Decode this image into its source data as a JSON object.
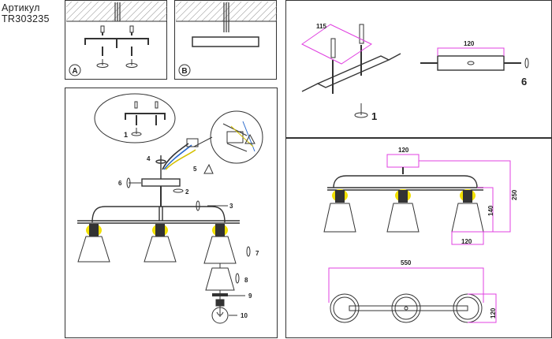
{
  "header": {
    "line1": "Артикул",
    "line2": "TR303235"
  },
  "install_variants": {
    "a": "A",
    "b": "B"
  },
  "assembly": {
    "callouts": [
      "1",
      "2",
      "3",
      "4",
      "5",
      "6",
      "7",
      "8",
      "9",
      "10"
    ],
    "mount_detail_label": "1"
  },
  "mount_top": {
    "dim_115": "115",
    "dim_120": "120",
    "label_1": "1",
    "label_6": "6"
  },
  "dimensions": {
    "top_120": "120",
    "height_250": "250",
    "shade_140": "140",
    "shade_120": "120",
    "width_550": "550",
    "depth_120": "120"
  },
  "colors": {
    "accent_magenta": "#e040e0",
    "socket_yellow": "#f2e000",
    "line": "#333333"
  }
}
